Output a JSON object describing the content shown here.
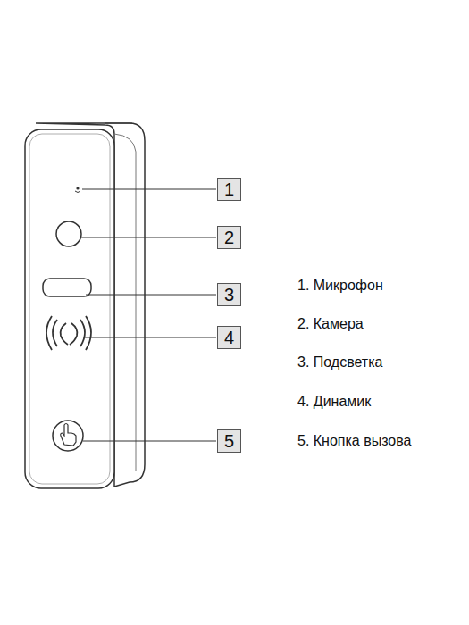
{
  "diagram": {
    "nodes": [
      {
        "text": [
          "1"
        ]
      },
      {
        "text": [
          "2"
        ]
      },
      {
        "text": [
          "3"
        ]
      },
      {
        "text": [
          "4"
        ]
      },
      {
        "text": [
          "5"
        ]
      }
    ],
    "labels": [
      "1. Микрофон",
      "2. Камера",
      "3. Подсветка",
      "4. Динамик",
      "5. Кнопка вызова"
    ]
  }
}
